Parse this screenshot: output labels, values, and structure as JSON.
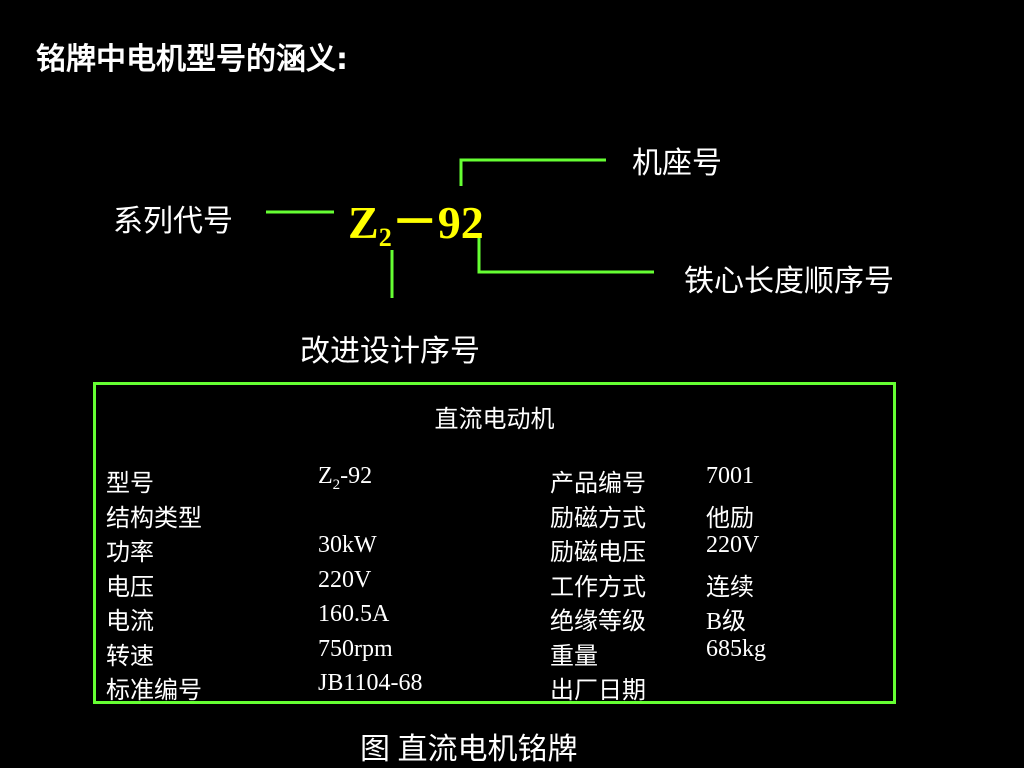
{
  "title": "铭牌中电机型号的涵义:",
  "model": {
    "letter": "Z",
    "subscript": "2",
    "suffix": "－92",
    "labels": {
      "seat": "机座号",
      "series": "系列代号",
      "core_length": "铁心长度顺序号",
      "improvement": "改进设计序号"
    }
  },
  "nameplate": {
    "title": "直流电动机",
    "left_rows": [
      {
        "key": "型号",
        "value_main": "Z",
        "value_sub": "2",
        "value_tail": "-92"
      },
      {
        "key": "结构类型",
        "value_main": "",
        "value_sub": "",
        "value_tail": ""
      },
      {
        "key": "功率",
        "value_main": "30kW",
        "value_sub": "",
        "value_tail": ""
      },
      {
        "key": "电压",
        "value_main": "220V",
        "value_sub": "",
        "value_tail": ""
      },
      {
        "key": "电流",
        "value_main": "160.5A",
        "value_sub": "",
        "value_tail": ""
      },
      {
        "key": "转速",
        "value_main": "750rpm",
        "value_sub": "",
        "value_tail": ""
      },
      {
        "key": "标准编号",
        "value_main": "JB1104-68",
        "value_sub": "",
        "value_tail": ""
      }
    ],
    "right_rows": [
      {
        "key": "产品编号",
        "value": "7001"
      },
      {
        "key": "励磁方式",
        "value": "他励"
      },
      {
        "key": "励磁电压",
        "value": "220V"
      },
      {
        "key": "工作方式",
        "value": "连续"
      },
      {
        "key": "绝缘等级",
        "value": "B级"
      },
      {
        "key": "重量",
        "value": "685kg"
      },
      {
        "key": "出厂日期",
        "value": ""
      }
    ]
  },
  "caption": "图   直流电机铭牌",
  "colors": {
    "background": "#000000",
    "text": "#ffffff",
    "model": "#ffff00",
    "lines": "#66ff33"
  }
}
